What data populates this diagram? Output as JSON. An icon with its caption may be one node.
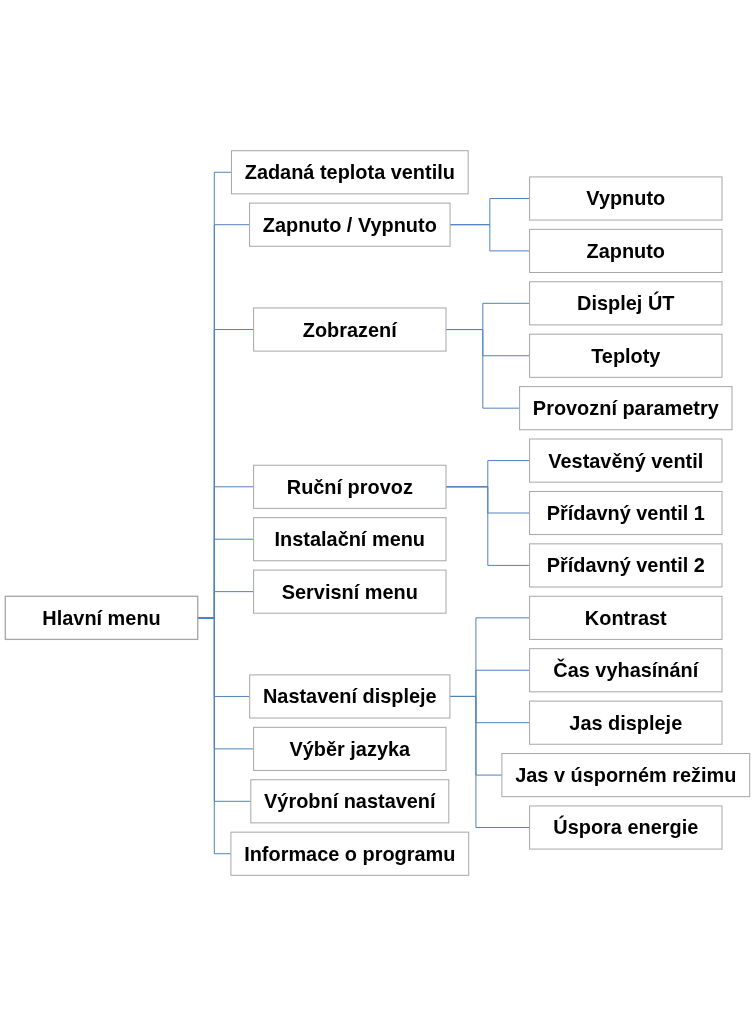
{
  "diagram": {
    "nodes": [
      {
        "text": [
          "Hlavní menu"
        ]
      },
      {
        "text": [
          "Zadaná teplota ventilu"
        ]
      },
      {
        "text": [
          "Zapnuto / Vypnuto"
        ]
      },
      {
        "text": [
          "Vypnuto"
        ]
      },
      {
        "text": [
          "Zapnuto"
        ]
      },
      {
        "text": [
          "Zobrazení"
        ]
      },
      {
        "text": [
          "Displej ÚT"
        ]
      },
      {
        "text": [
          "Teploty"
        ]
      },
      {
        "text": [
          "Provozní parametry"
        ]
      },
      {
        "text": [
          "Ruční provoz"
        ]
      },
      {
        "text": [
          "Vestavěný ventil"
        ]
      },
      {
        "text": [
          "Přídavný ventil 1"
        ]
      },
      {
        "text": [
          "Přídavný ventil 2"
        ]
      },
      {
        "text": [
          "Instalační menu"
        ]
      },
      {
        "text": [
          "Servisní menu"
        ]
      },
      {
        "text": [
          "Nastavení displeje"
        ]
      },
      {
        "text": [
          "Kontrast"
        ]
      },
      {
        "text": [
          "Čas vyhasínání"
        ]
      },
      {
        "text": [
          "Jas displeje"
        ]
      },
      {
        "text": [
          "Jas v úsporném režimu"
        ]
      },
      {
        "text": [
          "Úspora energie"
        ]
      },
      {
        "text": [
          "Výběr jazyka"
        ]
      },
      {
        "text": [
          "Výrobní nastavení"
        ]
      },
      {
        "text": [
          "Informace o programu"
        ]
      }
    ],
    "edges": [
      {
        "from": 0,
        "to": 1,
        "arrow": "none"
      },
      {
        "from": 0,
        "to": 2,
        "arrow": "none"
      },
      {
        "from": 2,
        "to": 3,
        "arrow": "none"
      },
      {
        "from": 2,
        "to": 4,
        "arrow": "none"
      },
      {
        "from": 0,
        "to": 5,
        "arrow": "none"
      },
      {
        "from": 5,
        "to": 6,
        "arrow": "none"
      },
      {
        "from": 5,
        "to": 7,
        "arrow": "none"
      },
      {
        "from": 5,
        "to": 8,
        "arrow": "none"
      },
      {
        "from": 0,
        "to": 9,
        "arrow": "none"
      },
      {
        "from": 9,
        "to": 10,
        "arrow": "none"
      },
      {
        "from": 9,
        "to": 11,
        "arrow": "none"
      },
      {
        "from": 9,
        "to": 12,
        "arrow": "none"
      },
      {
        "from": 0,
        "to": 13,
        "arrow": "none"
      },
      {
        "from": 0,
        "to": 14,
        "arrow": "none"
      },
      {
        "from": 0,
        "to": 15,
        "arrow": "none"
      },
      {
        "from": 15,
        "to": 16,
        "arrow": "none"
      },
      {
        "from": 15,
        "to": 17,
        "arrow": "none"
      },
      {
        "from": 15,
        "to": 18,
        "arrow": "none"
      },
      {
        "from": 15,
        "to": 19,
        "arrow": "none"
      },
      {
        "from": 15,
        "to": 20,
        "arrow": "none"
      },
      {
        "from": 0,
        "to": 21,
        "arrow": "none"
      },
      {
        "from": 0,
        "to": 22,
        "arrow": "none"
      },
      {
        "from": 0,
        "to": 23,
        "arrow": "none"
      }
    ]
  }
}
